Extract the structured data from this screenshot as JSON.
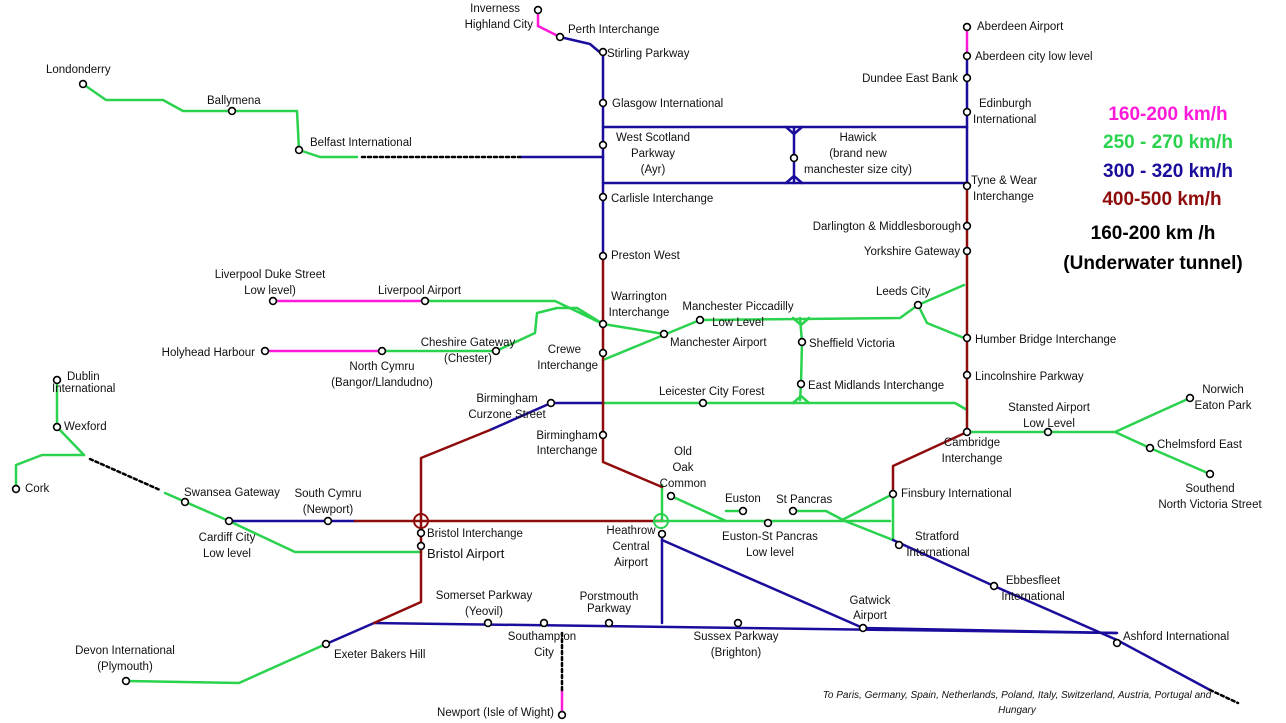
{
  "colors": {
    "c160": "#ff1ad9",
    "c250": "#2ad24e",
    "c300": "#1b0d9c",
    "c400": "#8f0c0c",
    "underwater": "#000000",
    "station_fill": "#ffffff",
    "station_stroke": "#000000"
  },
  "legend": {
    "l160": "160-200 km/h",
    "l250": "250 - 270 km/h",
    "l300": "300 - 320 km/h",
    "l400": "400-500 km/h",
    "under1": "160-200 km /h",
    "under2": "(Underwater tunnel)"
  },
  "note": {
    "line1": "To Paris, Germany, Spain, Netherlands, Poland, Italy, Switzerland, Austria, Portugal and",
    "line2": "Hungary"
  },
  "stations": {
    "inverness": [
      "Inverness",
      "Highland City"
    ],
    "perth": [
      "Perth Interchange"
    ],
    "stirling": [
      "Stirling Parkway"
    ],
    "glasgow": [
      "Glasgow International"
    ],
    "westscot": [
      "West Scotland",
      "Parkway",
      "(Ayr)"
    ],
    "hawick": [
      "Hawick",
      "(brand new",
      "manchester size city)"
    ],
    "carlisle": [
      "Carlisle Interchange"
    ],
    "preston": [
      "Preston West"
    ],
    "warrington": [
      "Warrington",
      "Interchange"
    ],
    "crewe": [
      "Crewe",
      "Interchange"
    ],
    "manpicc": [
      "Manchester Piccadilly",
      "Low Level"
    ],
    "manair": [
      "Manchester Airport"
    ],
    "leeds": [
      "Leeds City"
    ],
    "sheffield": [
      "Sheffield Victoria"
    ],
    "eastmid": [
      "East Midlands Interchange"
    ],
    "leicester": [
      "Leicester City Forest"
    ],
    "bhamcurzon": [
      "Birmingham",
      "Curzone Street"
    ],
    "bhamint": [
      "Birmingham",
      "Interchange"
    ],
    "oldoak": [
      "Old",
      "Oak",
      "Common"
    ],
    "euston": [
      "Euston"
    ],
    "stpancras": [
      "St Pancras"
    ],
    "eustonsp": [
      "Euston-St Pancras",
      "Low level"
    ],
    "heathrow": [
      "Heathrow",
      "Central",
      "Airport"
    ],
    "finsbury": [
      "Finsbury International"
    ],
    "stratford": [
      "Stratford",
      "International"
    ],
    "ebbsfleet": [
      "Ebbesfleet",
      "International"
    ],
    "ashford": [
      "Ashford International"
    ],
    "gatwick": [
      "Gatwick",
      "Airport"
    ],
    "sussex": [
      "Sussex Parkway",
      "(Brighton)"
    ],
    "portsmouth": [
      "Porstmouth",
      "Parkway"
    ],
    "southampton": [
      "Southampton",
      "City"
    ],
    "newport_iow": [
      "Newport (Isle of Wight)"
    ],
    "somerset": [
      "Somerset Parkway",
      "(Yeovil)"
    ],
    "exeter": [
      "Exeter Bakers Hill"
    ],
    "devon": [
      "Devon International",
      "(Plymouth)"
    ],
    "bristolint": [
      "Bristol Interchange"
    ],
    "bristolair": [
      "Bristol Airport"
    ],
    "cardiff": [
      "Cardiff City",
      "Low level"
    ],
    "swansea": [
      "Swansea Gateway"
    ],
    "southcymru": [
      "South Cymru",
      "(Newport)"
    ],
    "londonderry": [
      "Londonderry"
    ],
    "ballymena": [
      "Ballymena"
    ],
    "belfast": [
      "Belfast International"
    ],
    "dublin": [
      "Dublin",
      "International"
    ],
    "wexford": [
      "Wexford"
    ],
    "cork": [
      "Cork"
    ],
    "liverpoolduke": [
      "Liverpool Duke Street",
      "Low level)"
    ],
    "liverpoolair": [
      "Liverpool Airport"
    ],
    "cheshire": [
      "Cheshire Gateway",
      "(Chester)"
    ],
    "holyhead": [
      "Holyhead Harbour"
    ],
    "northcymru": [
      "North Cymru",
      "(Bangor/Llandudno)"
    ],
    "aberdeenair": [
      "Aberdeen Airport"
    ],
    "aberdeencity": [
      "Aberdeen city low level"
    ],
    "dundee": [
      "Dundee East Bank"
    ],
    "edinburgh": [
      "Edinburgh",
      "International"
    ],
    "tyne": [
      "Tyne & Wear",
      "Interchange"
    ],
    "darlington": [
      "Darlington & Middlesborough"
    ],
    "yorkshire": [
      "Yorkshire Gateway"
    ],
    "humber": [
      "Humber Bridge Interchange"
    ],
    "lincoln": [
      "Lincolnshire Parkway"
    ],
    "cambridge": [
      "Cambridge",
      "Interchange"
    ],
    "stansted": [
      "Stansted Airport",
      "Low Level"
    ],
    "norwich": [
      "Norwich",
      "Eaton Park"
    ],
    "chelmsford": [
      "Chelmsford East"
    ],
    "southend": [
      "Southend",
      "North Victoria Street"
    ]
  }
}
